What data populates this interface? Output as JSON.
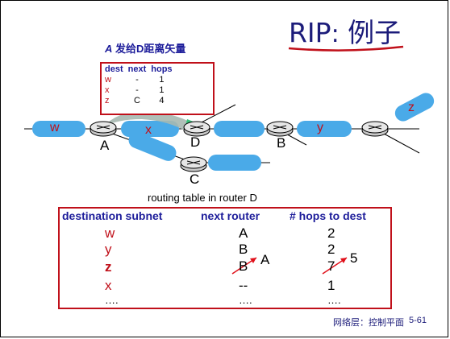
{
  "slide": {
    "title_latin": "RIP",
    "title_colon": ":",
    "title_cjk": "例子",
    "advert_caption_letter": "A",
    "advert_caption_text": "发给D距离矢量",
    "advertisement": {
      "headers": [
        "dest",
        "next",
        "hops"
      ],
      "rows": [
        {
          "dest": "w",
          "next": "-",
          "hops": "1"
        },
        {
          "dest": "x",
          "next": "-",
          "hops": "1"
        },
        {
          "dest": "z",
          "next": "C",
          "hops": "4"
        }
      ]
    },
    "routers": [
      "A",
      "D",
      "B",
      "C"
    ],
    "subnets": [
      "w",
      "x",
      "y",
      "z"
    ],
    "routing_table_caption": "routing table in router D",
    "routing_table": {
      "headers": [
        "destination subnet",
        "next  router",
        "# hops to dest"
      ],
      "rows": [
        {
          "dest": "w",
          "next": "A",
          "hops": "2"
        },
        {
          "dest": "y",
          "next": "B",
          "hops": "2"
        },
        {
          "dest": "z",
          "next": "B",
          "hops": "7",
          "next_update": "A",
          "hops_update": "5"
        },
        {
          "dest": "x",
          "next": "--",
          "hops": "1"
        },
        {
          "dest": "….",
          "next": "….",
          "hops": "…."
        }
      ]
    },
    "footer_text": "网络层：控制平面",
    "page_number": "5-61"
  },
  "colors": {
    "title": "#1c1c7a",
    "table_border": "#c0101a",
    "subnet_fill": "#4aaae8",
    "header_text": "#1c1c9a",
    "update_arrow": "#e0101a"
  }
}
